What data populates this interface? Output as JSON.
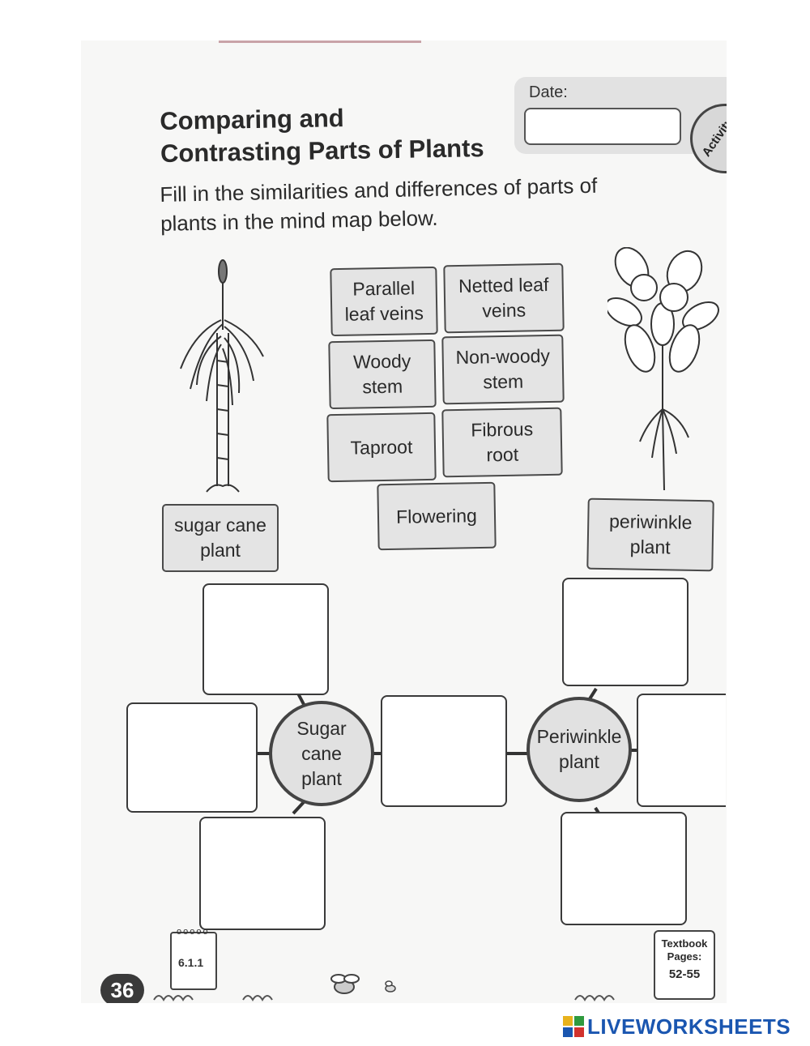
{
  "worksheet": {
    "title_line1": "Comparing and",
    "title_line2": "Contrasting Parts of Plants",
    "instruction": "Fill in the similarities and differences of parts of plants in the mind map below.",
    "date_label": "Date:",
    "activity_label": "Activity"
  },
  "word_bank": {
    "parallel": "Parallel\nleaf veins",
    "netted": "Netted leaf\nveins",
    "woody": "Woody\nstem",
    "nonwoody": "Non-woody\nstem",
    "taproot": "Taproot",
    "fibrous": "Fibrous\nroot",
    "flowering": "Flowering",
    "sugarcane_label": "sugar cane\nplant",
    "periwinkle_label": "periwinkle\nplant"
  },
  "mind_map": {
    "left_hub": "Sugar\ncane\nplant",
    "right_hub": "Periwinkle\nplant"
  },
  "footer": {
    "page_number": "36",
    "ref_code": "6.1.1",
    "textbook_line1": "Textbook",
    "textbook_line2": "Pages:",
    "textbook_pages": "52-55"
  },
  "brand": {
    "name": "LIVEWORKSHEETS",
    "color": "#1a56b0"
  }
}
